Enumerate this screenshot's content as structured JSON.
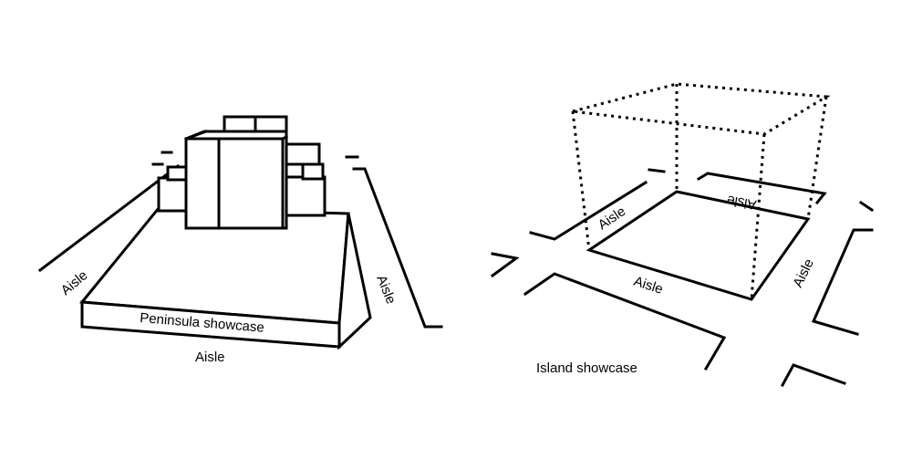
{
  "peninsula": {
    "title": "Peninsula showcase",
    "aisle_left": "Aisle",
    "aisle_right": "Aisle",
    "aisle_front": "Aisle"
  },
  "island": {
    "title": "Island showcase",
    "aisle_back_left": "Aisle",
    "aisle_back_right": "Aisle",
    "aisle_front": "Aisle",
    "aisle_right": "Aisle"
  }
}
